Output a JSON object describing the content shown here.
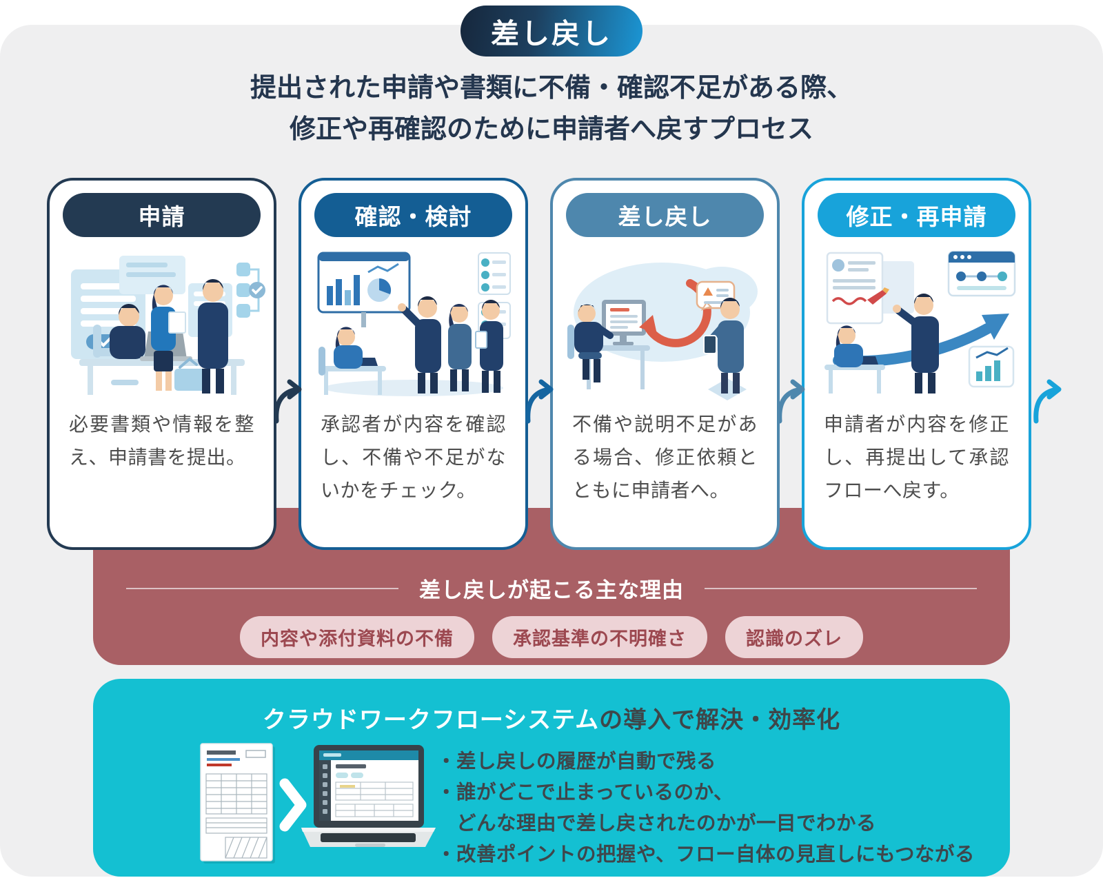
{
  "badge": {
    "label": "差し戻し"
  },
  "intro": {
    "line1": "提出された申請や書類に不備・確認不足がある際、",
    "line2": "修正や再確認のために申請者へ戻すプロセス"
  },
  "steps": [
    {
      "title": "申請",
      "description": "必要書類や情報を整え、申請書を提出。",
      "color": "#233a52",
      "illustration": "team-preparing-application-at-desk"
    },
    {
      "title": "確認・検討",
      "description": "承認者が内容を確認し、不備や不足がないかをチェック。",
      "color": "#145e94",
      "illustration": "approvers-reviewing-presentation-charts"
    },
    {
      "title": "差し戻し",
      "description": "不備や説明不足がある場合、修正依頼とともに申請者へ。",
      "color": "#4e87ad",
      "illustration": "return-arrow-between-reviewer-and-applicant"
    },
    {
      "title": "修正・再申請",
      "description": "申請者が内容を修正し、再提出して承認フローへ戻す。",
      "color": "#18a3da",
      "illustration": "revising-documents-and-resubmitting"
    }
  ],
  "reasons": {
    "title": "差し戻しが起こる主な理由",
    "items": [
      "内容や添付資料の不備",
      "承認基準の不明確さ",
      "認識のズレ"
    ]
  },
  "solution": {
    "title_highlight": "クラウドワークフローシステム",
    "title_rest": "の導入で解決・効率化",
    "bullet_lines": [
      "・差し戻しの履歴が自動で残る",
      "・誰がどこで止まっているのか、",
      "　どんな理由で差し戻されたのかが一目でわかる",
      "・改善ポイントの把握や、フロー自体の見直しにもつながる"
    ],
    "illustration": "paper-form-to-laptop-workflow-system"
  },
  "icons": {
    "flow_arrow": "curved-arrow-right",
    "chevron": "chevron-right"
  },
  "palette": {
    "panel_bg": "#efeff0",
    "badge_gradient_start": "#16273c",
    "badge_gradient_end": "#1b97d6",
    "step_colors": [
      "#233a52",
      "#145e94",
      "#4e87ad",
      "#18a3da"
    ],
    "reasons_bg": "#a96065",
    "reason_pill_bg": "#edd3d6",
    "reason_pill_text": "#9c4850",
    "solution_bg": "#14c0d2",
    "heading_text": "#24364e",
    "body_text": "#4d4d4d",
    "return_arrow_red": "#dc5f49"
  }
}
